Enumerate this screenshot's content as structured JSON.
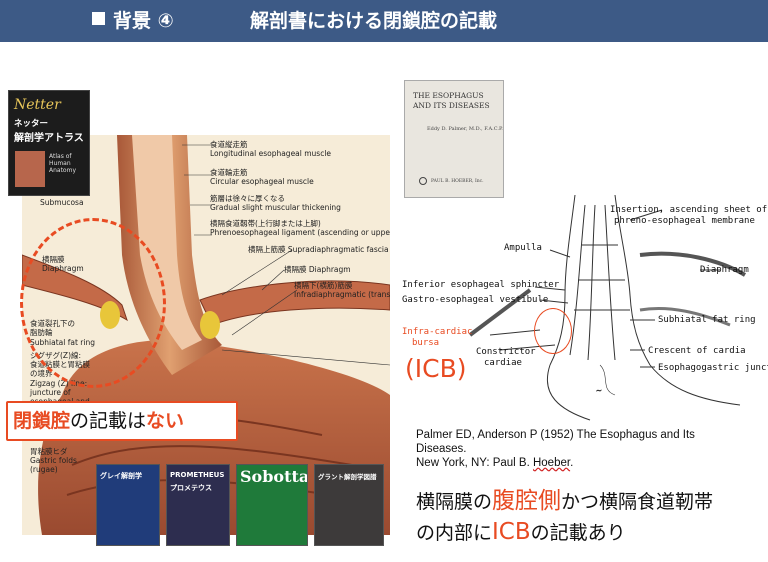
{
  "header": {
    "section_number": "背景 ④",
    "title": "解剖書における閉鎖腔の記載"
  },
  "left": {
    "netter_book": {
      "brand": "Netter",
      "title": "ネッター",
      "title2": "解剖学アトラス",
      "subtitle": "Atlas of Human Anatomy"
    },
    "labels": {
      "submucosa": "Submucosa",
      "long_muscle_jp": "食道縦走筋",
      "long_muscle_en": "Longitudinal esophageal muscle",
      "circ_muscle_jp": "食道輪走筋",
      "circ_muscle_en": "Circular esophageal muscle",
      "thick_jp": "筋層は徐々に厚くなる",
      "thick_en": "Gradual slight muscular thickening",
      "pel_jp": "横隔食道靱帯(上行脚または上脚)",
      "pel_en": "Phrenoesophageal ligament (ascending or upper limb)",
      "supra_fascia": "横隔上筋膜 Supradiaphragmatic fascia",
      "diaphragm_jp": "横隔膜 Diaphragm",
      "diaphragm_left_jp": "横隔膜",
      "diaphragm_left_en": "Diaphragm",
      "infra_jp": "横隔下(横筋)筋膜",
      "infra_en": "Infradiaphragmatic (transvers",
      "fatring_jp": "食道裂孔下の",
      "fatring_jp2": "脂肪輪",
      "fatring_en": "Subhiatal fat ring",
      "zigzag_jp": "ジグザグ(Z)線:",
      "zigzag_jp2": "食道粘膜と胃粘膜",
      "zigzag_jp3": "の境界",
      "zigzag_en": "Zigzag (Z) line:",
      "zigzag_en2": "juncture of",
      "zigzag_en3": "esophageal and",
      "rugae_jp": "胃粘膜ヒダ",
      "rugae_en": "Gastric folds",
      "rugae_en2": "(rugae)"
    },
    "stamp": {
      "part1": "閉鎖腔",
      "part2": "の記載は",
      "part3": "ない"
    },
    "mini_books": {
      "gray": "グレイ解剖学",
      "prometheus": "PROMETHEUS",
      "prometheus_sub": "プロメテウス",
      "sobotta": "Sobotta",
      "grant": "グラント解剖学図譜"
    }
  },
  "right": {
    "book": {
      "title1": "THE ESOPHAGUS",
      "title2": "AND ITS DISEASES",
      "author": "Eddy D. Palmer, M.D., F.A.C.P.",
      "publisher": "PAUL B. HOEBER, Inc."
    },
    "diagram_labels": {
      "insertion": "Insertion, ascending sheet of",
      "insertion2": "phreno-esophageal membrane",
      "ampulla": "Ampulla",
      "diaphragm": "Diaphragm",
      "ies": "Inferior esophageal sphincter",
      "gev": "Gastro-esophageal vestibule",
      "icb1": "Infra-cardiac",
      "icb2": "bursa",
      "fat_ring": "Subhiatal fat ring",
      "constrictor1": "Constrictor",
      "constrictor2": "cardiae",
      "crescent": "Crescent of cardia",
      "junction": "Esophagogastric junction"
    },
    "icb_label": "(ICB)",
    "citation": {
      "line1": "Palmer ED, Anderson P (1952) The Esophagus and Its",
      "line2": "Diseases.",
      "line3_pre": "New York, NY: Paul B. ",
      "line3_u": "Hoeber",
      "line3_post": "."
    },
    "conclusion": {
      "a": "横隔膜の",
      "b": "腹腔側",
      "c": "かつ横隔食道靭帯",
      "d": "の内部に",
      "e": "ICB",
      "f": "の記載あり"
    }
  },
  "colors": {
    "header_bg": "#3d5a86",
    "accent_red": "#e84b22"
  }
}
